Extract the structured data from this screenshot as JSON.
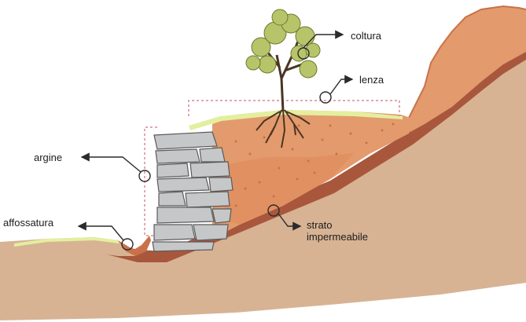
{
  "labels": {
    "coltura": "coltura",
    "lenza": "lenza",
    "argine": "argine",
    "affossatura": "affossatura",
    "strato_line1": "strato",
    "strato_line2": "impermeabile"
  },
  "colors": {
    "background": "#ffffff",
    "soil_orange": "#e39a6c",
    "soil_orange_dark": "#c9724a",
    "subsoil_tan": "#d7b394",
    "impermeable_layer": "#a8573d",
    "grass": "#e3ef9f",
    "stone_gray": "#c5c7c8",
    "stone_outline": "#5a5a5a",
    "foliage": "#b7c46a",
    "foliage_dark": "#6b7a2e",
    "trunk": "#4a3524",
    "dashed_bracket": "#d98a95",
    "callout_line": "#2b2b2b"
  }
}
